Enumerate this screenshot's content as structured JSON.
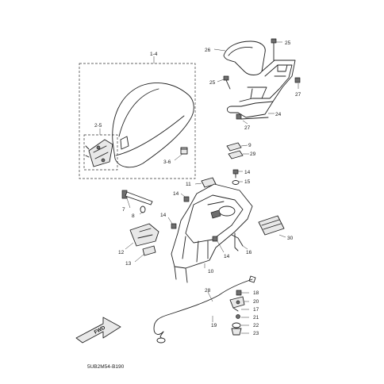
{
  "diagram_code": "5UB2M54-B190",
  "fwd_label": "FWD",
  "labels": {
    "l1_4": "1-4",
    "l2_5": "2-5",
    "l3_6": "3-6",
    "l25a": "25",
    "l25b": "25",
    "l26": "26",
    "l27a": "27",
    "l27b": "27",
    "l24": "24",
    "l9": "9",
    "l29": "29",
    "l14a": "14",
    "l15": "15",
    "l11": "11",
    "l14b": "14",
    "l7": "7",
    "l8": "8",
    "l14c": "14",
    "l12": "12",
    "l13": "13",
    "l14d": "14",
    "l16": "16",
    "l30": "30",
    "l10": "10",
    "l28": "28",
    "l18": "18",
    "l20": "20",
    "l17": "17",
    "l21": "21",
    "l22": "22",
    "l23": "23",
    "l19": "19"
  }
}
